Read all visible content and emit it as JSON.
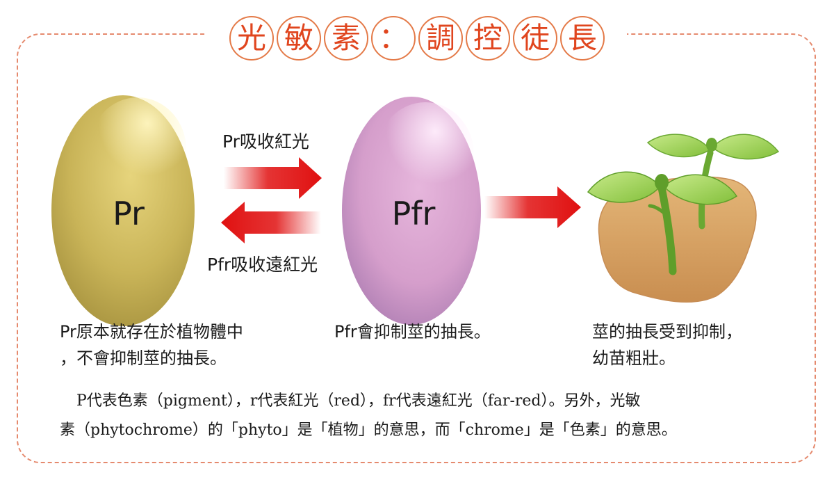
{
  "title": {
    "chars": [
      "光",
      "敏",
      "素",
      "：",
      "調",
      "控",
      "徒",
      "長"
    ]
  },
  "pigments": {
    "pr": "Pr",
    "pfr": "Pfr"
  },
  "arrows": {
    "forward_label": "Pr吸收紅光",
    "backward_label": "Pfr吸收遠紅光"
  },
  "captions": {
    "pr_line1": "Pr原本就存在於植物體中",
    "pr_line2": "，不會抑制莖的抽長。",
    "pfr": "Pfr會抑制莖的抽長。",
    "plant_line1": "莖的抽長受到抑制，",
    "plant_line2": "幼苗粗壯。"
  },
  "note": {
    "line1": "P代表色素（pigment），r代表紅光（red），fr代表遠紅光（far-red）。另外，光敏",
    "line2": "素（phytochrome）的「phyto」是「植物」的意思，而「chrome」是「色素」的意思。"
  },
  "colors": {
    "pr_body": "#c9b458",
    "pfr_body": "#d59ecb",
    "arrow_red": "#e01010",
    "title_red": "#e0451e",
    "leaf_green": "#9ed04f",
    "soil": "#d9a86a"
  }
}
